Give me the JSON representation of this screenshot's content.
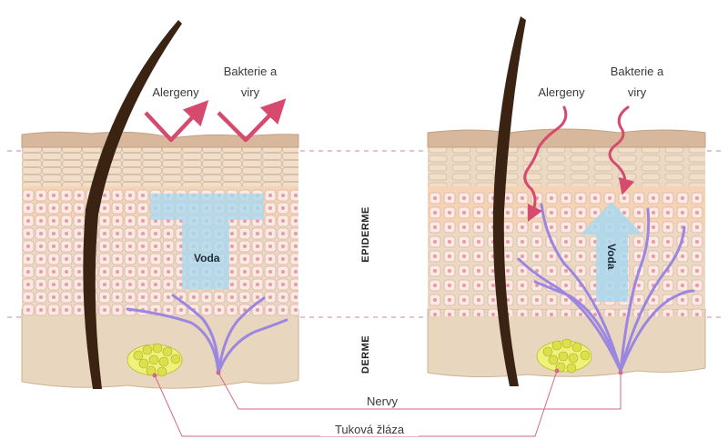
{
  "labels": {
    "allergens": "Alergeny",
    "bacteria_line1": "Bakterie a",
    "bacteria_line2": "viry",
    "water": "Voda",
    "epidermis": "EPIDERME",
    "dermis": "DERME",
    "nerves": "Nervy",
    "sebaceous_gland": "Tuková žláza"
  },
  "colors": {
    "arrow": "#d64a6e",
    "hair": "#3b2314",
    "nerve": "#9b86e0",
    "gland": "#dde04a",
    "water": "#a9d8ee",
    "leader": "#d06a8a",
    "skin_top": "#d8b89c",
    "dermis": "#e9d6be"
  }
}
